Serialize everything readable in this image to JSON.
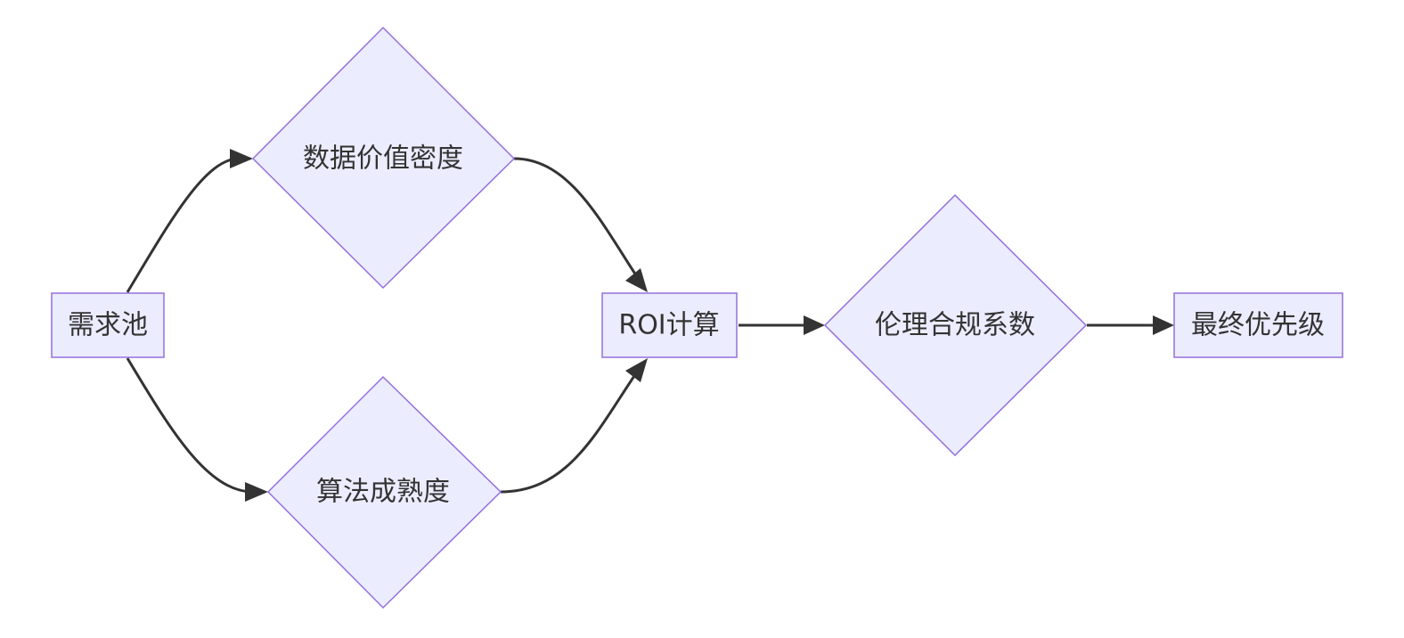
{
  "diagram": {
    "nodes": {
      "pool": "需求池",
      "data_value": "数据价值密度",
      "algo_maturity": "算法成熟度",
      "roi": "ROI计算",
      "ethics": "伦理合规系数",
      "priority": "最终优先级"
    },
    "colors": {
      "node_fill": "#ECECFF",
      "node_stroke": "#9370DB",
      "edge": "#333333",
      "text": "#333333"
    }
  }
}
